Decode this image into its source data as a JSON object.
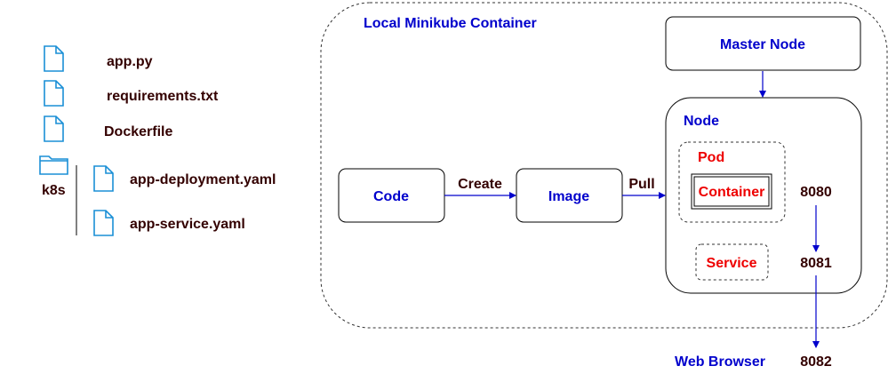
{
  "files": {
    "app_py": "app.py",
    "requirements": "requirements.txt",
    "dockerfile": "Dockerfile",
    "folder": "k8s",
    "deployment_yaml": "app-deployment.yaml",
    "service_yaml": "app-service.yaml"
  },
  "container_title": "Local Minikube Container",
  "nodes": {
    "master": "Master Node",
    "node": "Node",
    "pod": "Pod",
    "container": "Container",
    "service": "Service",
    "code": "Code",
    "image": "Image",
    "web_browser": "Web Browser"
  },
  "edges": {
    "create": "Create",
    "pull": "Pull"
  },
  "ports": {
    "p8080": "8080",
    "p8081": "8081",
    "p8082": "8082"
  },
  "colors": {
    "blue": "#0000cc",
    "red": "#ee0000",
    "dark": "#330000",
    "icon": "#1a8fd6"
  }
}
